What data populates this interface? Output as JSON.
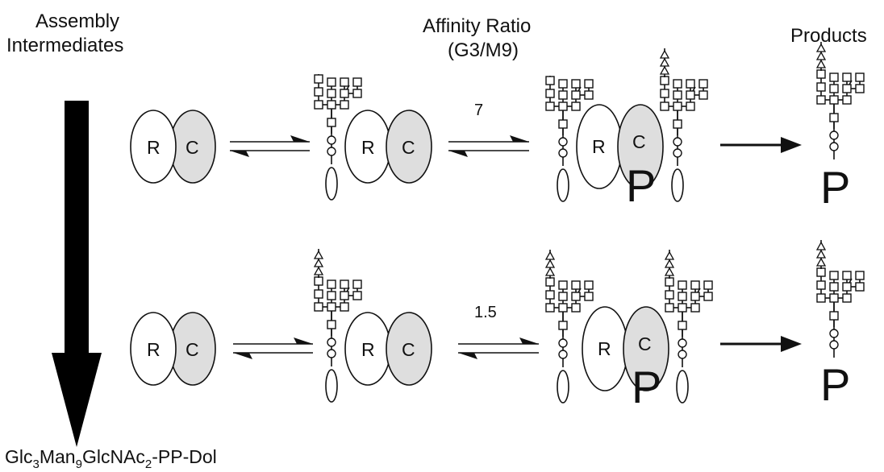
{
  "headers": {
    "assembly_line1": "Assembly",
    "assembly_line2": "Intermediates",
    "affinity_line1": "Affinity Ratio",
    "affinity_line2": "(G3/M9)",
    "products": "Products"
  },
  "subunit_labels": {
    "R": "R",
    "C": "C",
    "P": "P"
  },
  "rows": [
    {
      "ratio": "7"
    },
    {
      "ratio": "1.5"
    }
  ],
  "footer": {
    "glc": "Glc",
    "glc_sub": "3",
    "man": "Man",
    "man_sub": "9",
    "glcnac": "GlcNAc",
    "glcnac_sub": "2",
    "tail": "-PP-Dol"
  }
}
